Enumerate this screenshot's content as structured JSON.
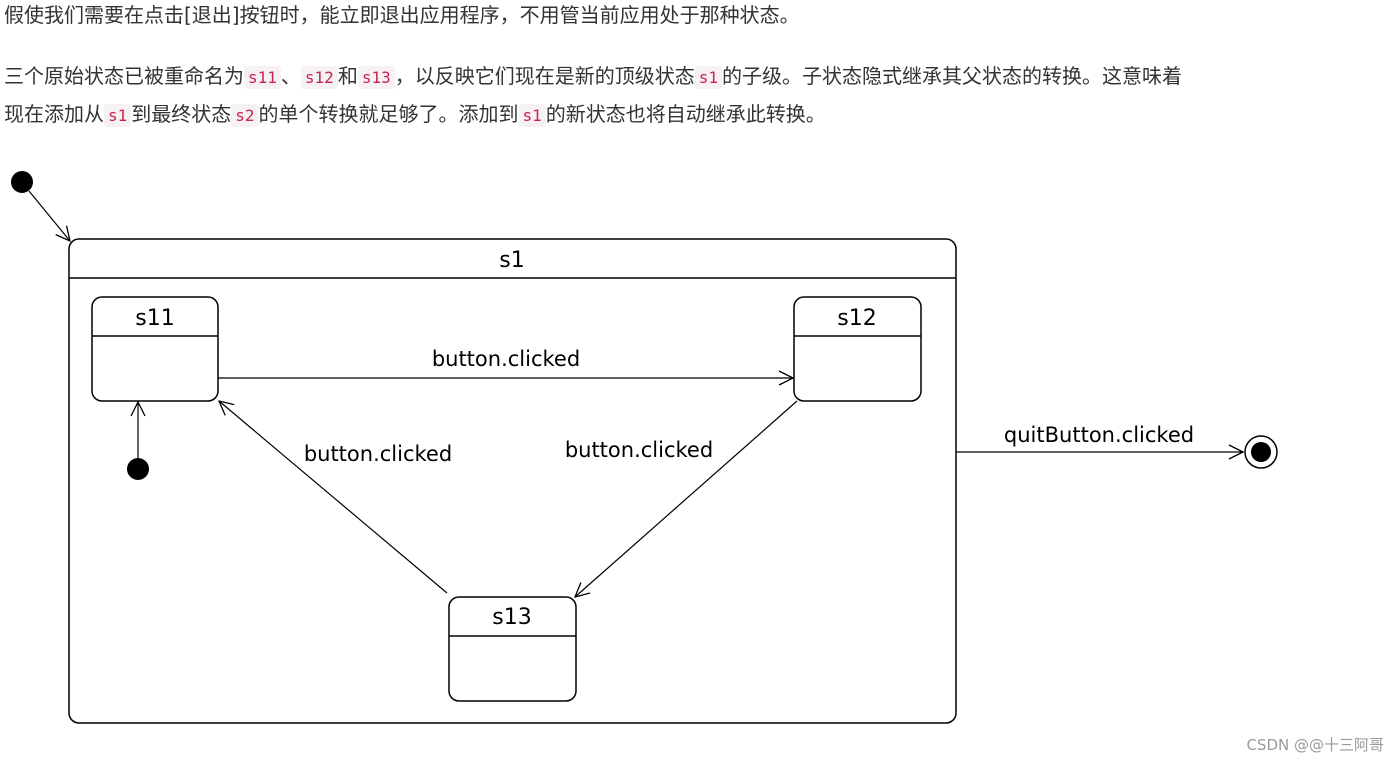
{
  "intro": {
    "line1": "假使我们需要在点击[退出]按钮时，能立即退出应用程序，不用管当前应用处于那种状态。",
    "line2": {
      "t1": "三个原始状态已被重命名为",
      "c1": "s11",
      "t2": "、",
      "c2": "s12",
      "t3": "和",
      "c3": "s13",
      "t4": "，以反映它们现在是新的顶级状态",
      "c4": "s1",
      "t5": "的子级。子状态隐式继承其父状态的转换。这意味着"
    },
    "line3": {
      "t1": "现在添加从",
      "c1": "s1",
      "t2": "到最终状态",
      "c2": "s2",
      "t3": "的单个转换就足够了。添加到",
      "c3": "s1",
      "t4": "的新状态也将自动继承此转换。"
    }
  },
  "diagram": {
    "parent_state": "s1",
    "states": {
      "s11": "s11",
      "s12": "s12",
      "s13": "s13"
    },
    "transitions": {
      "s11_to_s12": "button.clicked",
      "s12_to_s13": "button.clicked",
      "s13_to_s11": "button.clicked",
      "s1_to_final": "quitButton.clicked"
    }
  },
  "watermark": "CSDN @@十三阿哥",
  "colors": {
    "text": "#333333",
    "code": "#c7254e",
    "code_bg": "#f6f2f3",
    "diagram_line": "#000000",
    "watermark": "#9a9a9a"
  }
}
